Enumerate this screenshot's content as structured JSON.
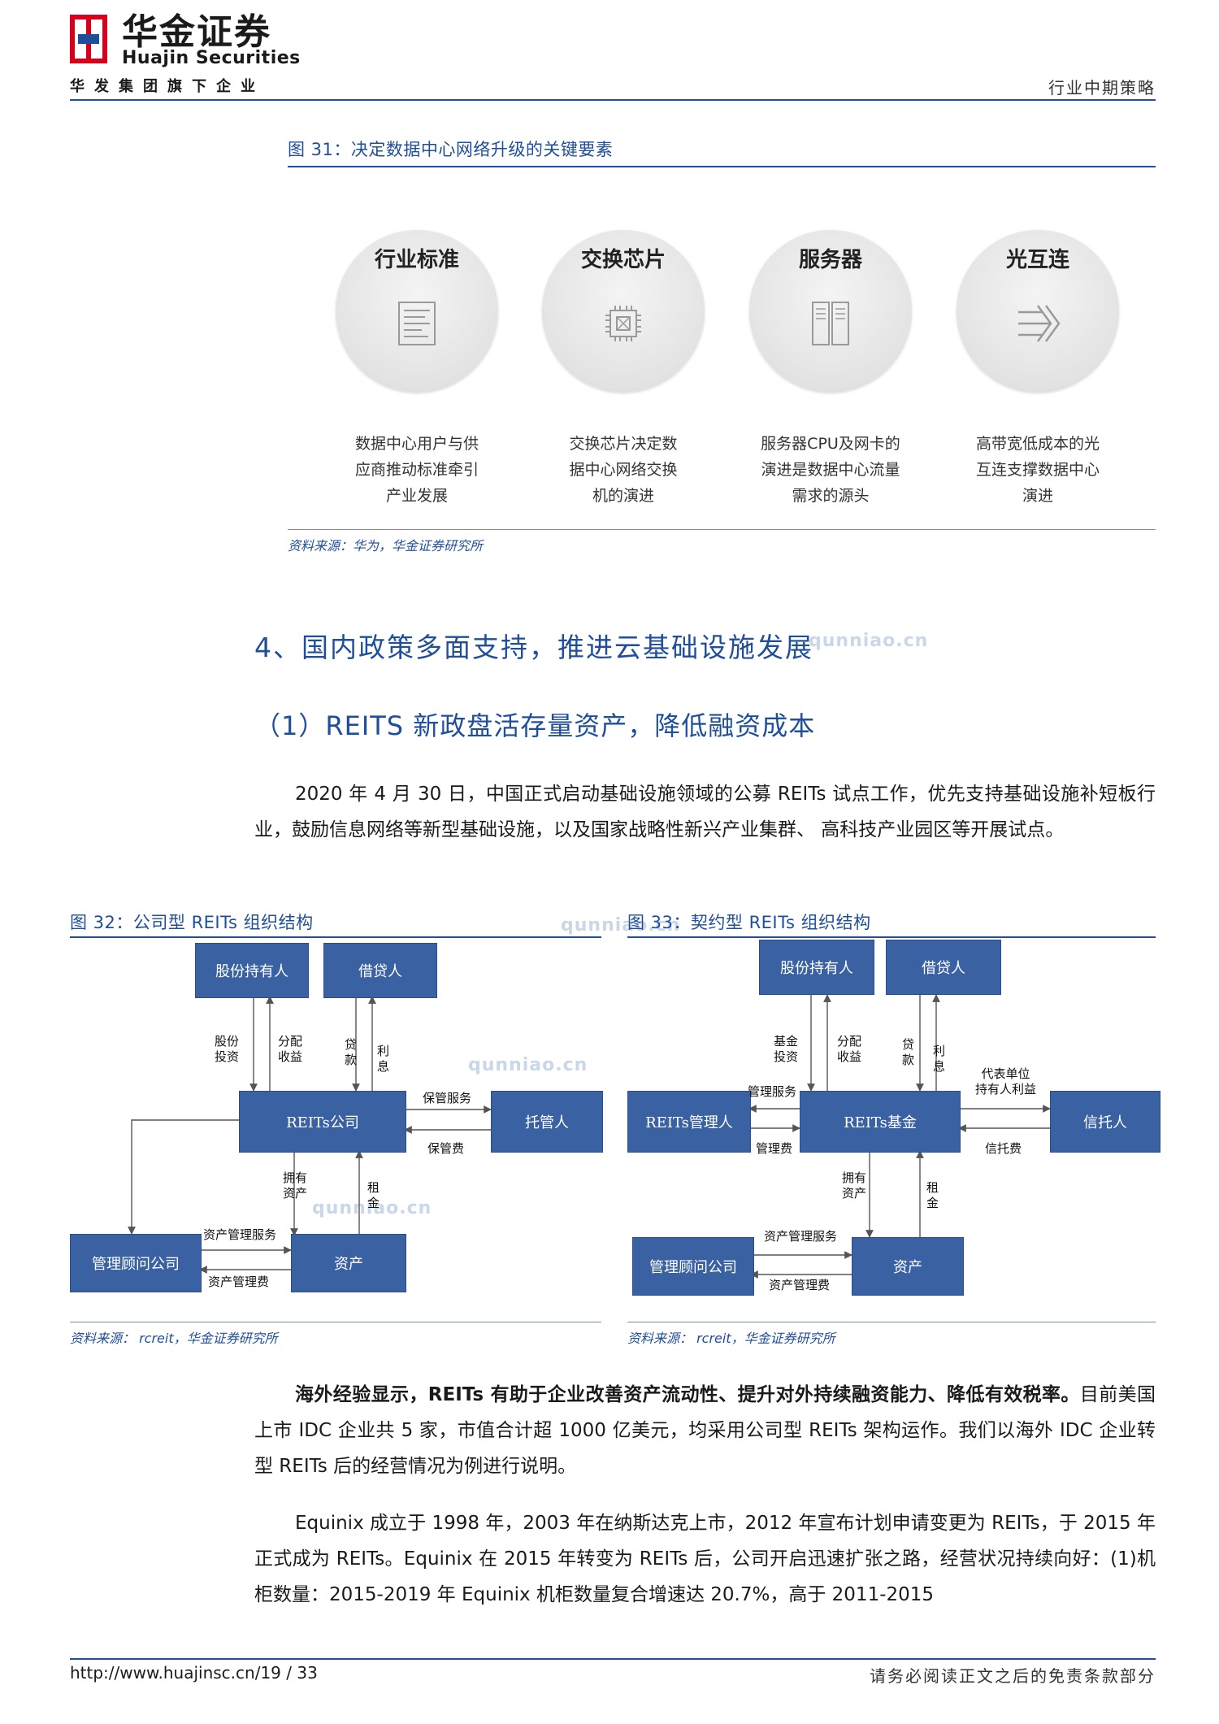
{
  "header": {
    "brand_cn": "华金证券",
    "brand_en": "Huajin Securities",
    "brand_sub": "华发集团旗下企业",
    "category": "行业中期策略"
  },
  "fig31": {
    "caption": "图 31：决定数据中心网络升级的关键要素",
    "items": [
      {
        "title": "行业标准",
        "icon": "document-icon",
        "desc1": "数据中心用户与供",
        "desc2": "应商推动标准牵引",
        "desc3": "产业发展"
      },
      {
        "title": "交换芯片",
        "icon": "chip-icon",
        "desc1": "交换芯片决定数",
        "desc2": "据中心网络交换",
        "desc3": "机的演进"
      },
      {
        "title": "服务器",
        "icon": "server-icon",
        "desc1": "服务器CPU及网卡的",
        "desc2": "演进是数据中心流量",
        "desc3": "需求的源头"
      },
      {
        "title": "光互连",
        "icon": "arrows-icon",
        "desc1": "高带宽低成本的光",
        "desc2": "互连支撑数据中心",
        "desc3": "演进"
      }
    ],
    "source": "资料来源：华为，华金证券研究所"
  },
  "section4": {
    "title": "4、国内政策多面支持，推进云基础设施发展",
    "sub1": "（1）REITS 新政盘活存量资产，降低融资成本",
    "para1": "2020 年 4 月 30 日，中国正式启动基础设施领域的公募 REITs 试点工作，优先支持基础设施补短板行业，鼓励信息网络等新型基础设施，以及国家战略性新兴产业集群、 高科技产业园区等开展试点。"
  },
  "fig32": {
    "caption": "图 32：公司型 REITs 组织结构",
    "boxes": {
      "holders": "股份持有人",
      "lenders": "借贷人",
      "company": "REITs公司",
      "custodian": "托管人",
      "advisor": "管理顾问公司",
      "assets": "资产"
    },
    "labels": {
      "equity1": "股份",
      "equity2": "投资",
      "dist1": "分配",
      "dist2": "收益",
      "loan1": "贷",
      "loan2": "款",
      "interest1": "利",
      "interest2": "息",
      "custody_service": "保管服务",
      "custody_fee": "保管费",
      "own1": "拥有",
      "own2": "资产",
      "rent1": "租",
      "rent2": "金",
      "am_service": "资产管理服务",
      "am_fee": "资产管理费"
    },
    "source": "资料来源： rcreit，华金证券研究所"
  },
  "fig33": {
    "caption": "图 33：契约型 REITs 组织结构",
    "boxes": {
      "holders": "股份持有人",
      "lenders": "借贷人",
      "manager": "REITs管理人",
      "fund": "REITs基金",
      "trustee": "信托人",
      "advisor": "管理顾问公司",
      "assets": "资产"
    },
    "labels": {
      "fund1": "基金",
      "fund2": "投资",
      "dist1": "分配",
      "dist2": "收益",
      "loan1": "贷",
      "loan2": "款",
      "interest1": "利",
      "interest2": "息",
      "mgmt_service": "管理服务",
      "mgmt_fee": "管理费",
      "rep1": "代表单位",
      "rep2": "持有人利益",
      "trust_fee": "信托费",
      "own1": "拥有",
      "own2": "资产",
      "rent1": "租",
      "rent2": "金",
      "am_service": "资产管理服务",
      "am_fee": "资产管理费"
    },
    "source": "资料来源： rcreit，华金证券研究所"
  },
  "body": {
    "para2_bold": "海外经验显示，REITs 有助于企业改善资产流动性、提升对外持续融资能力、降低有效税率。",
    "para2_rest": "目前美国上市 IDC 企业共 5 家，市值合计超 1000 亿美元，均采用公司型 REITs 架构运作。我们以海外 IDC 企业转型 REITs 后的经营情况为例进行说明。",
    "para3": "Equinix 成立于 1998 年，2003 年在纳斯达克上市，2012 年宣布计划申请变更为 REITs，于 2015 年正式成为 REITs。Equinix 在 2015 年转变为 REITs 后，公司开启迅速扩张之路，经营状况持续向好：(1)机柜数量：2015-2019 年 Equinix 机柜数量复合增速达 20.7%，高于 2011-2015"
  },
  "footer": {
    "url": "http://www.huajinsc.cn/19 / 33",
    "disclaimer": "请务必阅读正文之后的免责条款部分"
  },
  "watermark": {
    "text": "qunniao.cn"
  },
  "colors": {
    "accent": "#1f4e9a",
    "box": "#3a62a3",
    "logo_red": "#d7001c"
  }
}
